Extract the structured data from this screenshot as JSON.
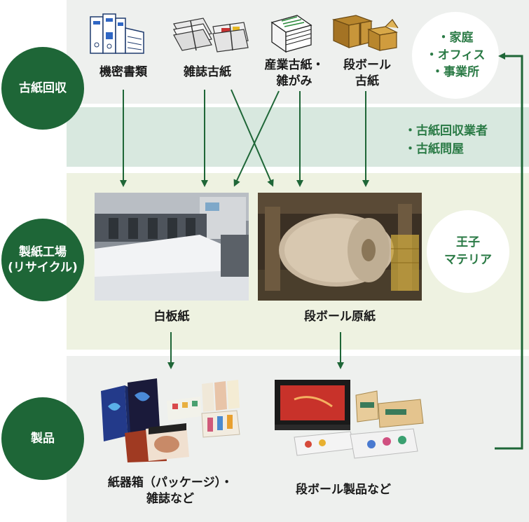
{
  "stages": {
    "collection": "古紙回収",
    "factory": "製紙工場\n(リサイクル)",
    "products": "製品"
  },
  "sources": {
    "list": [
      "・家庭",
      "・オフィス",
      "・事業所"
    ]
  },
  "paper_types": [
    {
      "label": "機密書類",
      "icon": "binders-icon"
    },
    {
      "label": "雑誌古紙",
      "icon": "magazine-stack-icon"
    },
    {
      "label": "産業古紙・\n雑がみ",
      "icon": "paper-stack-icon"
    },
    {
      "label": "段ボール\n古紙",
      "icon": "cardboard-box-icon"
    }
  ],
  "collectors": [
    "・古紙回収業者",
    "・古紙問屋"
  ],
  "manufacturer": "王子\nマテリア",
  "outputs": {
    "whiteboard": "白板紙",
    "containerboard": "段ボール原紙"
  },
  "products": {
    "paper_boxes": "紙器箱（パッケージ）・\n雑誌など",
    "cardboard": "段ボール製品など"
  },
  "colors": {
    "accent": "#1e6637",
    "text_green": "#2a7a45"
  }
}
